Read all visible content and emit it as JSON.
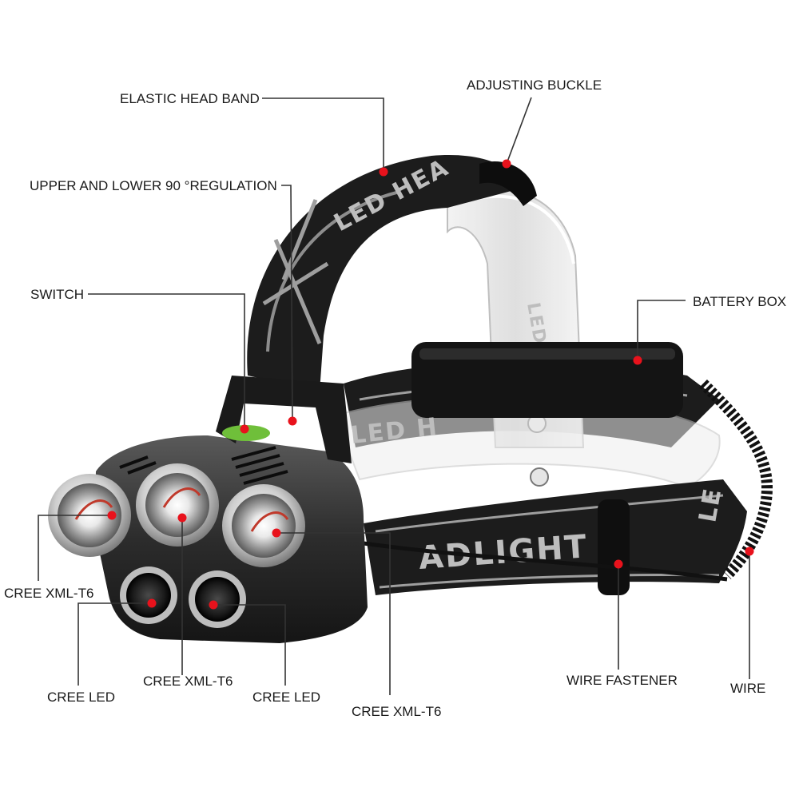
{
  "callouts": {
    "elastic_head_band": "ELASTIC HEAD BAND",
    "adjusting_buckle": "ADJUSTING BUCKLE",
    "regulation": "UPPER AND LOWER 90 °REGULATION",
    "switch": "SWITCH",
    "battery_box": "BATTERY BOX",
    "cree_xml_t6_left": "CREE XML-T6",
    "cree_led_left": "CREE LED",
    "cree_xml_t6_center": "CREE XML-T6",
    "cree_led_center": "CREE LED",
    "cree_xml_t6_right": "CREE XML-T6",
    "wire_fastener": "WIRE FASTENER",
    "wire": "WIRE"
  },
  "strap_print": {
    "top": "LED HEA",
    "inner": "LED",
    "side_left": "LED H",
    "side_front": "ADLIGHT",
    "side_right": "LE"
  },
  "colors": {
    "marker": "#e8121c",
    "strap": "#1c1c1c",
    "strap_pattern": "#bdbdbd",
    "housing": "#2b2b2b",
    "switch": "#6fbf3a"
  }
}
